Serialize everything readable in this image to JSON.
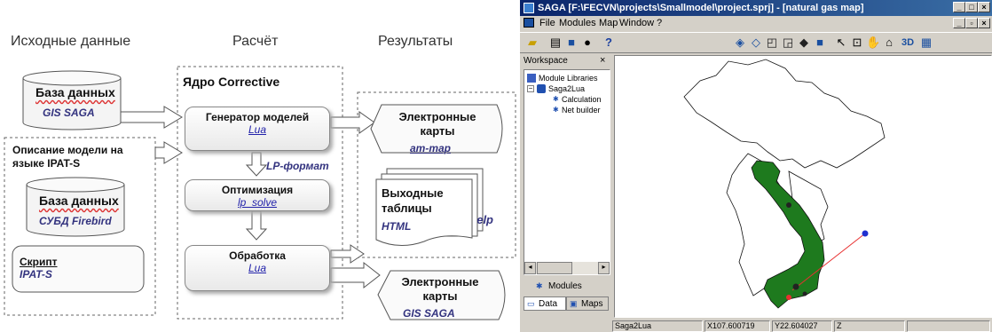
{
  "diagram": {
    "columns": {
      "source": "Исходные данные",
      "calc": "Расчёт",
      "results": "Результаты"
    },
    "database_top": {
      "title": "База данных",
      "subtitle": "GIS SAGA"
    },
    "model_description": "Описание модели на языке IPAT-S",
    "database_inner": {
      "title": "База данных",
      "subtitle": "СУБД Firebird"
    },
    "script": {
      "title": "Скрипт",
      "subtitle": "IPAT-S"
    },
    "core_title": "Ядро Corrective",
    "generator": {
      "title": "Генератор моделей",
      "subtitle": "Lua"
    },
    "lp_format": "LP-формат",
    "optimization": {
      "title": "Оптимизация",
      "subtitle": "lp_solve"
    },
    "processing": {
      "title": "Обработка",
      "subtitle": "Lua"
    },
    "emaps_top": {
      "title_line1": "Электронные",
      "title_line2": "карты",
      "subtitle": "am-map"
    },
    "output_tables": {
      "line1": "Выходные",
      "line2": "таблицы",
      "subtitle": "HTML",
      "side": "Help"
    },
    "emaps_bottom": {
      "title_line1": "Электронные",
      "title_line2": "карты",
      "subtitle": "GIS SAGA"
    }
  },
  "saga": {
    "window_title": "SAGA [F:\\FECVN\\projects\\Smallmodel\\project.sprj] - [natural gas map]",
    "menu": [
      "File",
      "Modules",
      "Map",
      "Window",
      "?"
    ],
    "toolbar_3d": "3D",
    "workspace": {
      "title": "Workspace",
      "tree": [
        "Module Libraries",
        "Saga2Lua",
        "Calculation",
        "Net builder"
      ],
      "modules_label": "Modules",
      "tabs": [
        "Data",
        "Maps"
      ]
    },
    "status": [
      "Saga2Lua",
      "X107.600719",
      "Y22.604027",
      "Z"
    ],
    "colors": {
      "land": "#1e7a1e",
      "route": "#e83030",
      "node": "#2030d0"
    }
  }
}
